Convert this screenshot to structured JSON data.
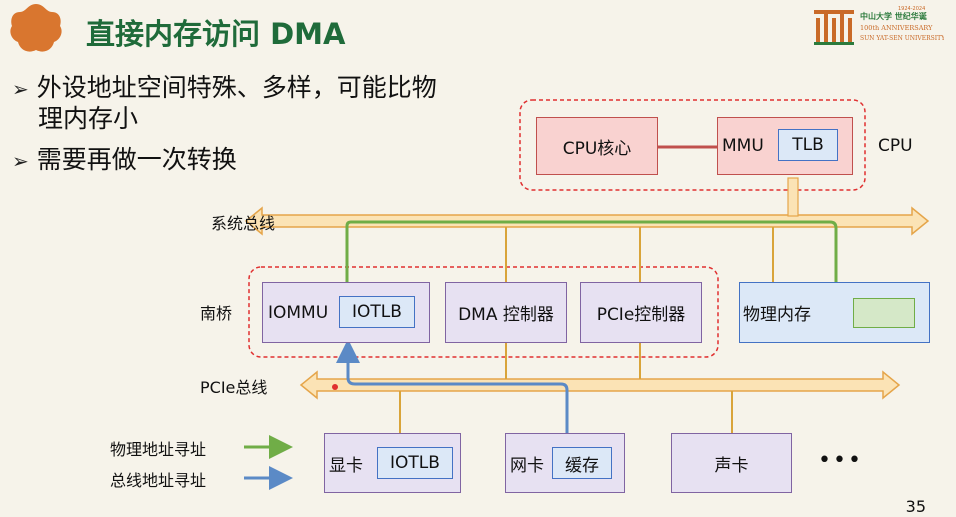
{
  "header": {
    "title": "直接内存访问 DMA",
    "university_logo_text": "中山大学 世纪华诞 1924-2024 100th ANNIVERSARY SUN YAT-SEN UNIVERSITY",
    "colors": {
      "title": "#1f6b3a",
      "logo": "#c96a28"
    }
  },
  "bullets": [
    {
      "line1": "外设地址空间特殊、多样，可能比物",
      "line2": "理内存小"
    },
    {
      "line1": "需要再做一次转换"
    }
  ],
  "diagram": {
    "cpu_core": "CPU核心",
    "mmu": "MMU",
    "tlb": "TLB",
    "cpu_label": "CPU",
    "system_bus_label": "系统总线",
    "southbridge_label": "南桥",
    "iommu": "IOMMU",
    "iotlb": "IOTLB",
    "dma_controller": "DMA 控制器",
    "pcie_controller": "PCIe控制器",
    "physical_memory": "物理内存",
    "pcie_bus_label": "PCIe总线",
    "gpu": "显卡",
    "gpu_iotlb": "IOTLB",
    "nic": "网卡",
    "nic_cache": "缓存",
    "sound_card": "声卡",
    "ellipsis": "•••",
    "legend": [
      {
        "label": "物理地址寻址",
        "color": "#70ad47"
      },
      {
        "label": "总线地址寻址",
        "color": "#5b8ac6"
      }
    ]
  },
  "footer": {
    "page_number": "35"
  }
}
